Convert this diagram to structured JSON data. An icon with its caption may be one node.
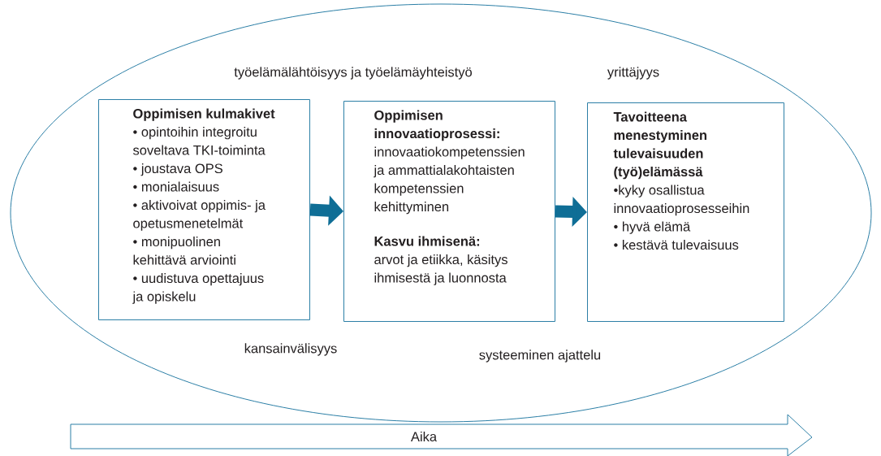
{
  "diagram": {
    "nodes": [
      {
        "text": [
          "työelämälähtöisyys ja työelämäyhteistyö",
          "yrittäjyys",
          "kansainvälisyys",
          "systeeminen ajattelu"
        ]
      },
      {
        "text": [
          "Oppimisen kulmakivet",
          "• opintoihin integroitu soveltava TKI-toiminta",
          "• joustava OPS",
          "• monialaisuus",
          "• aktivoivat oppimis- ja opetusmenetelmät",
          "• monipuolinen kehittävä arviointi",
          "• uudistuva opettajuus ja opiskelu"
        ],
        "in": 0
      },
      {
        "text": [
          "Oppimisen innovaatioprosessi:",
          "innovaatiokompetenssien ja ammattialakohtaisten kompetenssien kehittyminen",
          "Kasvu ihmisenä:",
          "arvot ja etiikka, käsitys ihmisestä ja luonnosta"
        ],
        "in": 0
      },
      {
        "text": [
          "Tavoitteena menestyminen tulevaisuuden (työ)elämässä",
          "•kyky osallistua innovaatioprosesseihin",
          "• hyvä elämä",
          "• kestävä tulevaisuus"
        ],
        "in": 0
      },
      {
        "text": [
          "Aika"
        ]
      }
    ],
    "edges": [
      {
        "from": 1,
        "to": 2,
        "arrow": "to"
      },
      {
        "from": 2,
        "to": 3,
        "arrow": "to"
      }
    ]
  }
}
